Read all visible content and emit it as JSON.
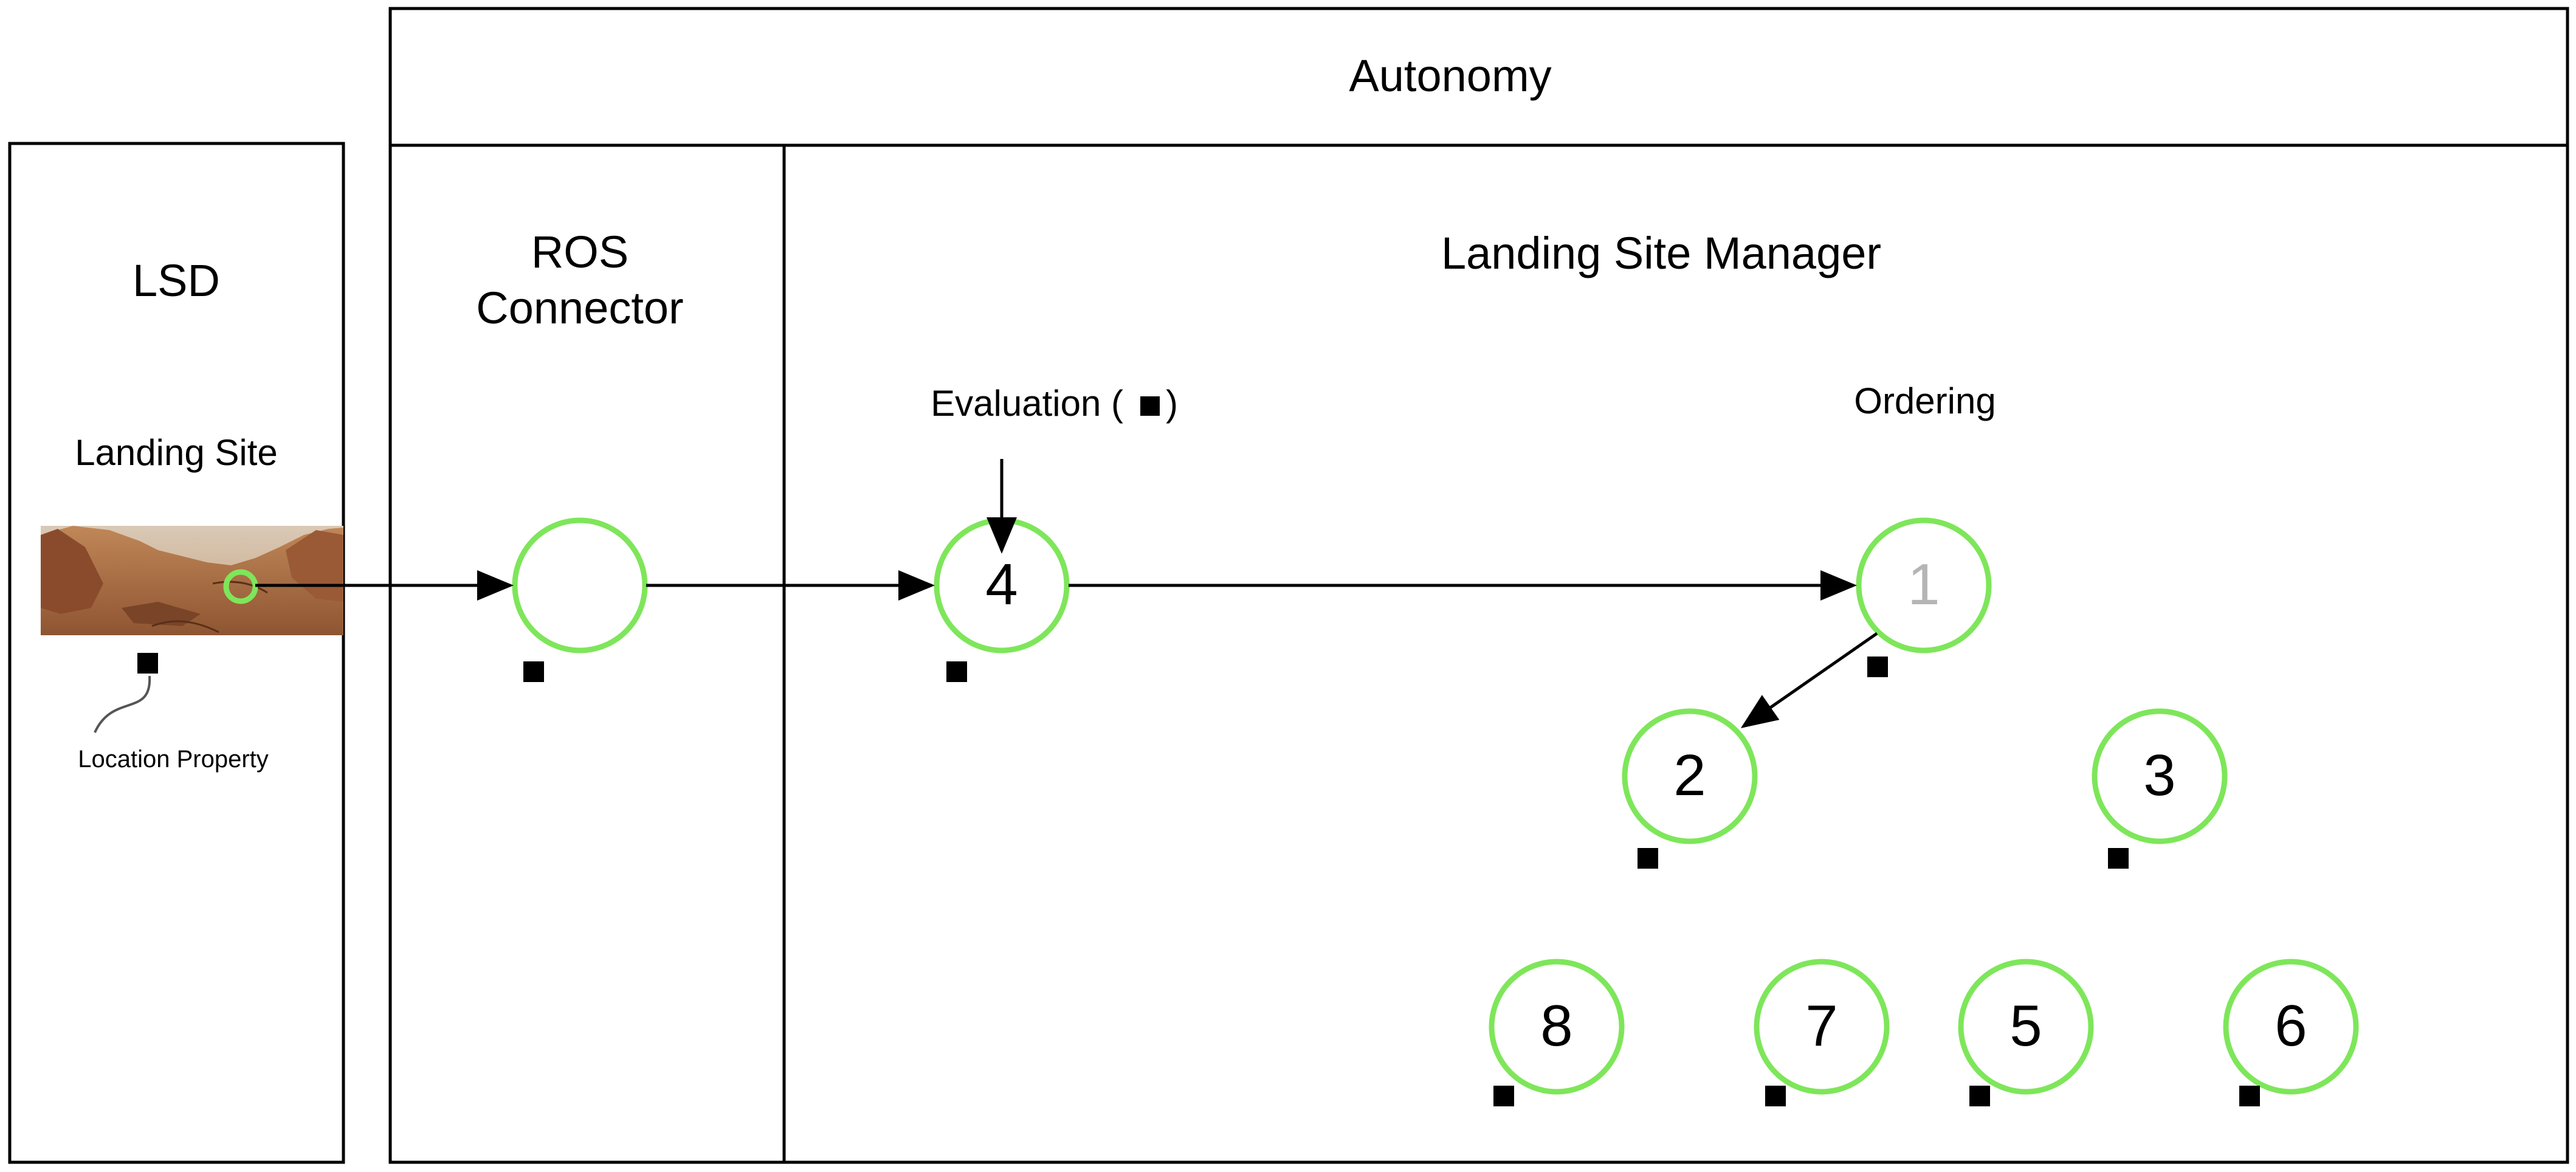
{
  "lsd_panel": {
    "title": "LSD",
    "subtitle": "Landing Site",
    "location_label": "Location Property"
  },
  "autonomy_panel": {
    "title": "Autonomy"
  },
  "ros_connector_panel": {
    "title_line1": "ROS",
    "title_line2": "Connector"
  },
  "manager_panel": {
    "title": "Landing Site Manager",
    "evaluation_label": "Evaluation (",
    "evaluation_label_end": ")",
    "ordering_label": "Ordering"
  },
  "nodes": {
    "evaluation_node": "4",
    "order_1": "1",
    "order_2": "2",
    "order_3": "3",
    "order_5": "5",
    "order_6": "6",
    "order_7": "7",
    "order_8": "8"
  },
  "colors": {
    "node_ring": "#7ee65a",
    "line": "#000000",
    "faded_text": "#b5b5b5"
  }
}
